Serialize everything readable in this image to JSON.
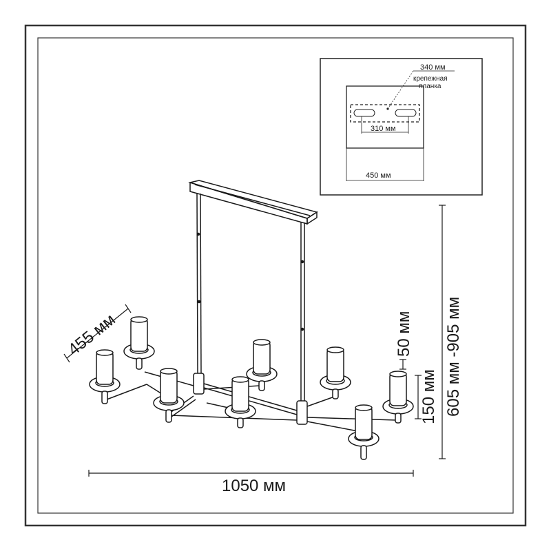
{
  "colors": {
    "ink": "#1a1a1a",
    "frame": "#333333",
    "background": "#ffffff"
  },
  "inset": {
    "top_width": "340 мм",
    "mount_label_line1": "крепежная",
    "mount_label_line2": "планка",
    "slot_spacing": "310 мм",
    "plate_width": "450 мм"
  },
  "dimensions": {
    "arm_span": "455 мм",
    "shade_height": "50 мм",
    "lamp_height": "150 мм",
    "total_height": "605 мм -905 мм",
    "total_width": "1050 мм"
  }
}
